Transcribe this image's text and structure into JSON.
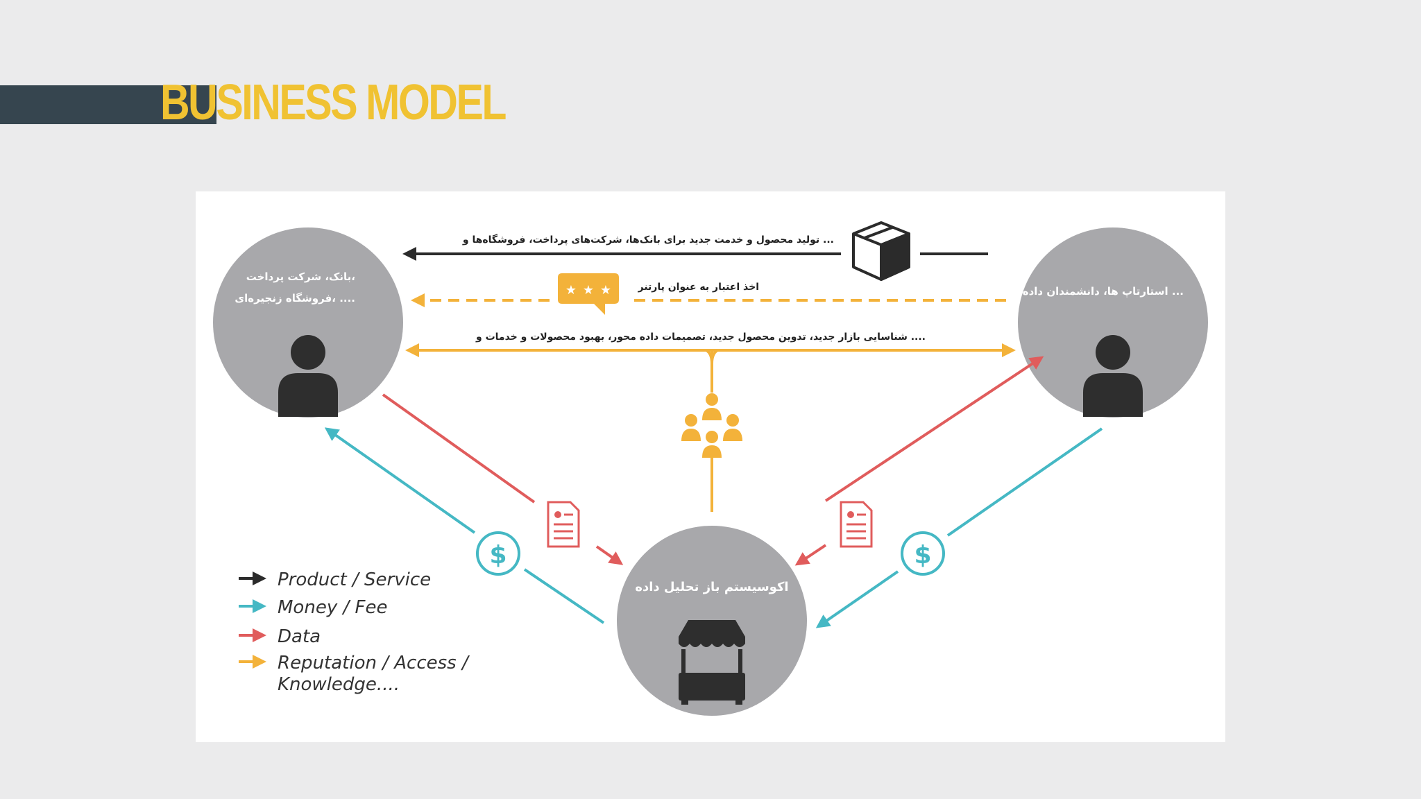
{
  "page": {
    "title": "BUSINESS MODEL"
  },
  "nodes": {
    "left": {
      "line1": "بانک، شرکت پرداخت،",
      "line2": "فروشگاه زنجیره‌ای، ...."
    },
    "right": {
      "line1": "استارتاپ ها، دانشمندان داده و ..."
    },
    "bottom": {
      "line1": "اکوسیستم باز تحلیل داده"
    }
  },
  "flows": {
    "product": "تولید محصول و خدمت جدید برای بانک‌ها، شرکت‌های پرداخت، فروشگاه‌ها و ...",
    "reputation": "اخذ اعتبار به عنوان پارتنر",
    "knowledge": "شناسایی بازار جدید، تدوین محصول جدید، تصمیمات داده محور، بهبود محصولات و خدمات و ...."
  },
  "legend": {
    "product": "Product / Service",
    "money": "Money / Fee",
    "data": "Data",
    "reputation_line1": "Reputation / Access /",
    "reputation_line2": "Knowledge...."
  },
  "colors": {
    "product": "#2b2b2b",
    "money": "#45b8c4",
    "data": "#e05c5c",
    "reputation": "#f3b23a",
    "node": "#a8a8ab",
    "title": "#f0c232",
    "title_bar": "#36454f"
  },
  "icons": [
    "person-icon",
    "box-icon",
    "rating-bubble-icon",
    "group-icon",
    "document-icon",
    "dollar-icon",
    "market-stall-icon"
  ]
}
